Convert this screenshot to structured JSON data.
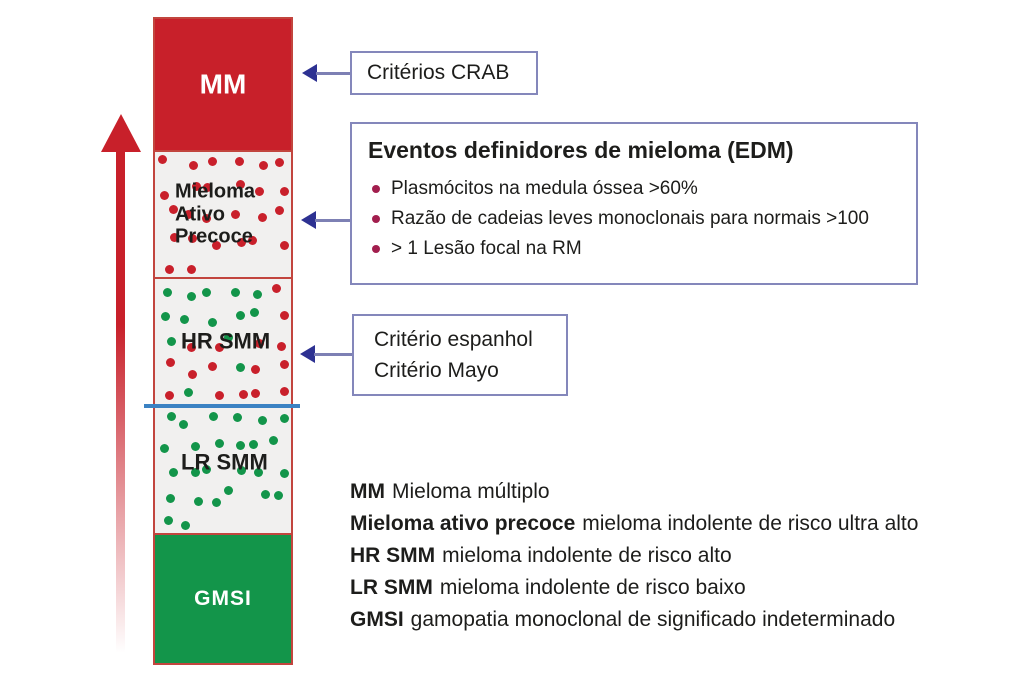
{
  "colors": {
    "red": "#c9202b",
    "green": "#13954a",
    "column_border": "#c2453e",
    "bullet_magenta": "#a21e4e",
    "box_border": "#8487bb",
    "arrow_navy": "#2d3192",
    "blue_line": "#3b82c3",
    "text": "#1d1d1b"
  },
  "column": {
    "segments": [
      {
        "id": "mm",
        "label": "MM",
        "fill": "solid-red"
      },
      {
        "id": "ativo",
        "label": "Mieloma\nAtivo\nPrecoce",
        "dots": {
          "count": 26,
          "colors": [
            "red"
          ],
          "seed": 7
        }
      },
      {
        "id": "hr",
        "label": "HR SMM",
        "dots": {
          "count": 30,
          "colors": [
            "red",
            "green"
          ],
          "seed": 11
        }
      },
      {
        "id": "lr",
        "label": "LR SMM",
        "dots": {
          "count": 26,
          "colors": [
            "green"
          ],
          "seed": 3
        }
      },
      {
        "id": "gmsi",
        "label": "GMSI",
        "fill": "solid-green"
      }
    ]
  },
  "callouts": {
    "crab": {
      "label": "Critérios CRAB"
    },
    "edm": {
      "title": "Eventos definidores de mieloma (EDM)",
      "bullets": [
        "Plasmócitos na medula óssea >60%",
        "Razão de cadeias leves monoclonais para normais >100",
        "> 1 Lesão focal na RM"
      ]
    },
    "criterio": {
      "line1": "Critério espanhol",
      "line2": "Critério Mayo"
    }
  },
  "legend": {
    "items": [
      {
        "term": "MM",
        "desc": "Mieloma múltiplo"
      },
      {
        "term": "Mieloma ativo precoce",
        "desc": "mieloma indolente de risco ultra alto"
      },
      {
        "term": "HR SMM",
        "desc": "mieloma indolente de risco alto"
      },
      {
        "term": "LR SMM",
        "desc": "mieloma indolente de risco baixo"
      },
      {
        "term": "GMSI",
        "desc": "gamopatia monoclonal de significado indeterminado"
      }
    ]
  }
}
